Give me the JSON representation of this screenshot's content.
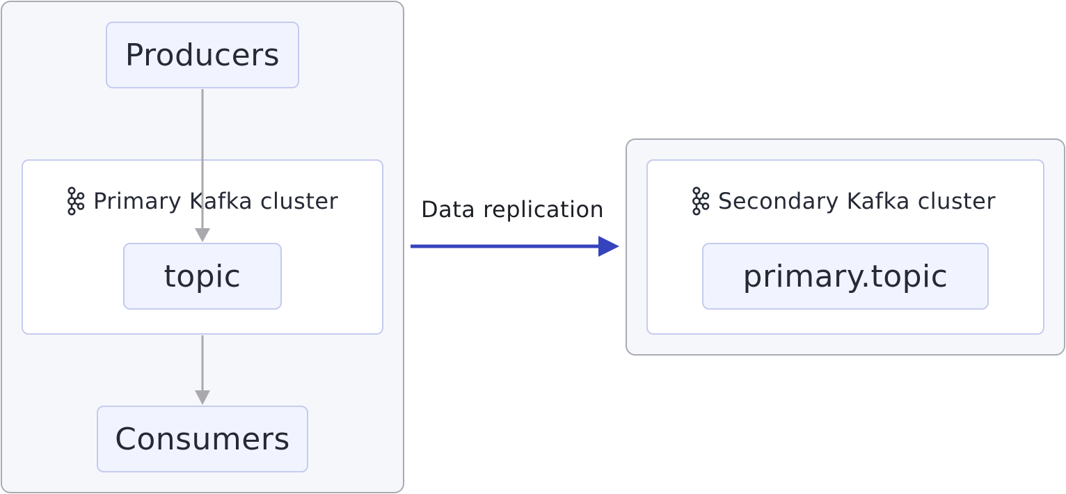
{
  "primary_region": {
    "producers": "Producers",
    "cluster_label": "Primary Kafka cluster",
    "topic": "topic",
    "consumers": "Consumers"
  },
  "replication": {
    "label": "Data replication"
  },
  "secondary_region": {
    "cluster_label": "Secondary Kafka cluster",
    "topic": "primary.topic"
  },
  "colors": {
    "group_background": "#f6f7fa",
    "group_border": "#a9abb3",
    "node_background": "#f1f4fe",
    "node_border": "#c5cbf0",
    "flow_arrow": "#a8a8ad",
    "replication_arrow": "#3543bd"
  },
  "icons": {
    "cluster": "kafka-icon"
  }
}
